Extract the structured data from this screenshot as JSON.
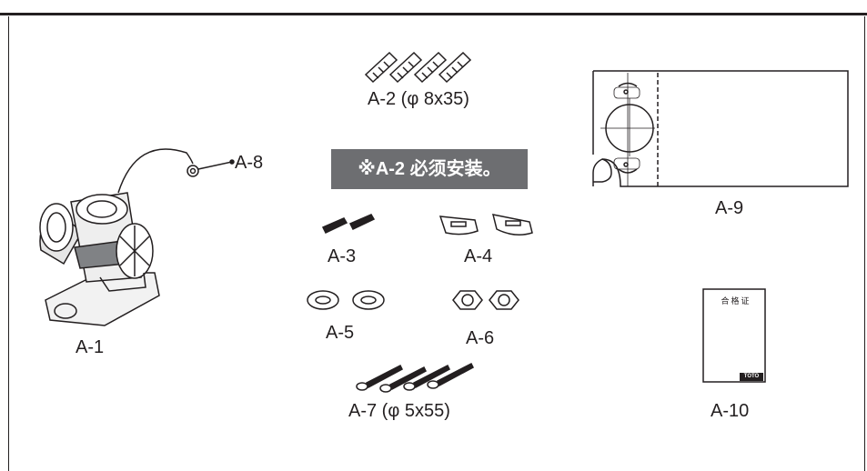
{
  "note": "※A-2 必须安装。",
  "certificate": {
    "text": "合格证",
    "brand": "TOTO"
  },
  "parts": [
    {
      "id": "A-1",
      "label": "A-1"
    },
    {
      "id": "A-2",
      "label": "A-2 (φ 8x35)"
    },
    {
      "id": "A-3",
      "label": "A-3"
    },
    {
      "id": "A-4",
      "label": "A-4"
    },
    {
      "id": "A-5",
      "label": "A-5"
    },
    {
      "id": "A-6",
      "label": "A-6"
    },
    {
      "id": "A-7",
      "label": "A-7 (φ 5x55)"
    },
    {
      "id": "A-8",
      "label": "A-8"
    },
    {
      "id": "A-9",
      "label": "A-9"
    },
    {
      "id": "A-10",
      "label": "A-10"
    }
  ],
  "colors": {
    "line": "#231f20",
    "note_bg": "#6d6e71",
    "note_text": "#ffffff"
  }
}
